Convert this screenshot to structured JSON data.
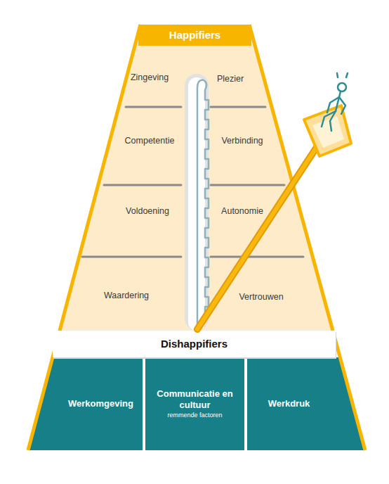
{
  "diagram": {
    "nodes": [
      {
        "text": [
          "Happifiers"
        ]
      },
      {
        "text": [
          "Zingeving"
        ],
        "in": 0
      },
      {
        "text": [
          "Plezier"
        ],
        "in": 0
      },
      {
        "text": [
          "Competentie"
        ],
        "in": 0
      },
      {
        "text": [
          "Verbinding"
        ],
        "in": 0
      },
      {
        "text": [
          "Voldoening"
        ],
        "in": 0
      },
      {
        "text": [
          "Autonomie"
        ],
        "in": 0
      },
      {
        "text": [
          "Waardering"
        ],
        "in": 0
      },
      {
        "text": [
          "Vertrouwen"
        ],
        "in": 0
      },
      {
        "text": [
          "Dishappifiers"
        ]
      },
      {
        "text": [
          "Werkomgeving"
        ],
        "in": 9
      },
      {
        "text": [
          "Communicatie en cultuur",
          "remmende factoren"
        ],
        "in": 9
      },
      {
        "text": [
          "Werkdruk"
        ],
        "in": 9
      }
    ]
  }
}
